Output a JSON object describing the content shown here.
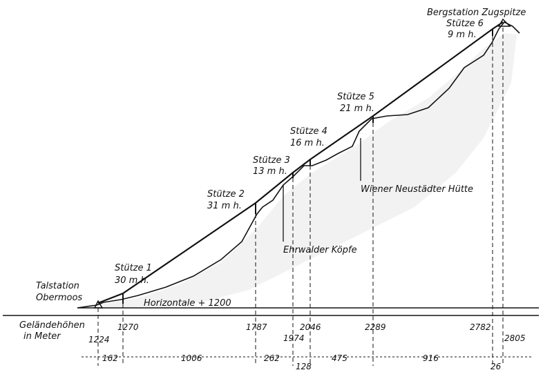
{
  "stations": {
    "valley": {
      "line1": "Talstation",
      "line2": "Obermoos"
    },
    "summit": {
      "label": "Bergstation Zugspitze"
    }
  },
  "supports": [
    {
      "name": "Stütze 1",
      "height": "30 m h."
    },
    {
      "name": "Stütze 2",
      "height": "31 m h."
    },
    {
      "name": "Stütze 3",
      "height": "13 m h."
    },
    {
      "name": "Stütze 4",
      "height": "16 m h."
    },
    {
      "name": "Stütze 5",
      "height": "21 m h."
    },
    {
      "name": "Stütze 6",
      "height": "9 m h."
    }
  ],
  "landmarks": {
    "ehrwald": "Ehrwalder Köpfe",
    "wiener": "Wiener Neustädter Hütte",
    "horizontal": "Horizontale + 1200"
  },
  "axis": {
    "title_line1": "Geländehöhen",
    "title_line2": "in Meter",
    "elevations": [
      "1224",
      "1270",
      "1787",
      "1974",
      "2046",
      "2289",
      "2782",
      "2805"
    ]
  },
  "spans": [
    "162",
    "1006",
    "262",
    "128",
    "475",
    "916",
    "26"
  ]
}
